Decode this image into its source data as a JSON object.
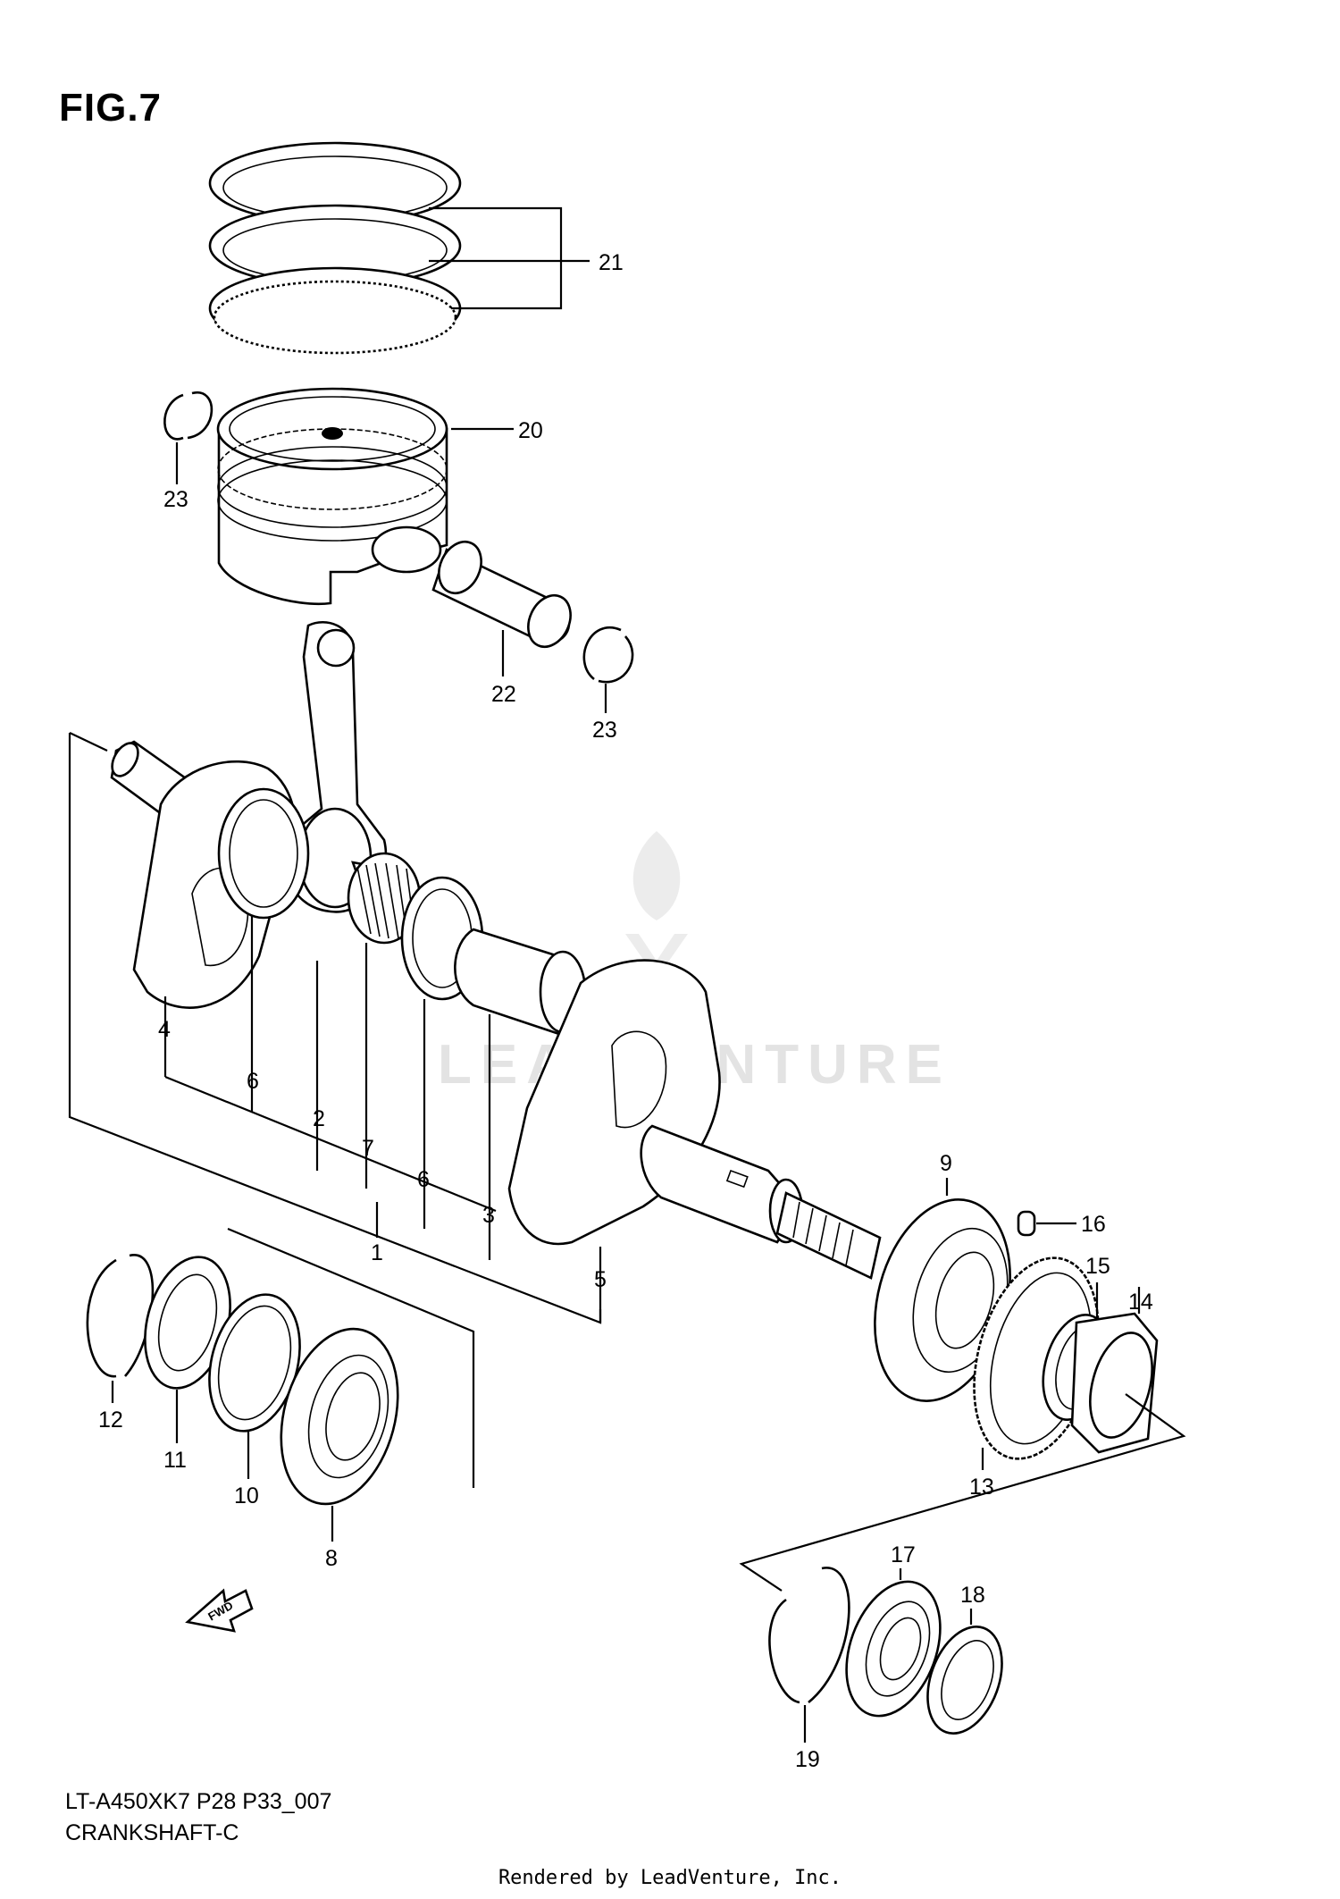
{
  "figure": {
    "title": "FIG.7"
  },
  "callouts": {
    "p1": "1",
    "p2": "2",
    "p3": "3",
    "p4": "4",
    "p5": "5",
    "p6a": "6",
    "p6b": "6",
    "p7": "7",
    "p8": "8",
    "p9": "9",
    "p10": "10",
    "p11": "11",
    "p12": "12",
    "p13": "13",
    "p14": "14",
    "p15": "15",
    "p16": "16",
    "p17": "17",
    "p18": "18",
    "p19": "19",
    "p20": "20",
    "p21": "21",
    "p22": "22",
    "p23a": "23",
    "p23b": "23"
  },
  "references": {
    "model_code": "LT-A450XK7 P28 P33_007",
    "section_name": "CRANKSHAFT-C"
  },
  "watermark": {
    "text": "LEADVENTURE"
  },
  "fwd_marker": {
    "label": "FWD"
  },
  "footer": {
    "credit": "Rendered by LeadVenture, Inc."
  }
}
